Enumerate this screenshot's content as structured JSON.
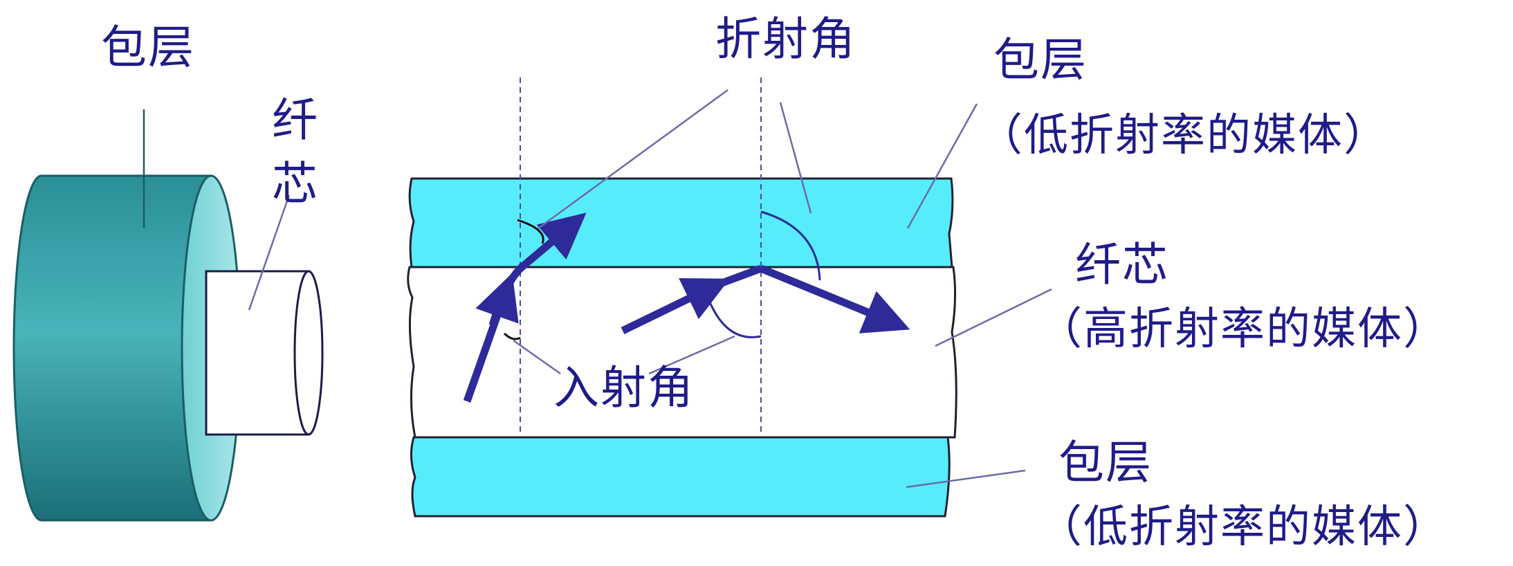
{
  "labels": {
    "left_cladding": "包层",
    "left_core": "纤芯",
    "refraction_angle": "折射角",
    "incidence_angle": "入射角",
    "top_cladding": "包层",
    "top_cladding_note": "（低折射率的媒体）",
    "core": "纤芯",
    "core_note": "（高折射率的媒体）",
    "bottom_cladding": "包层",
    "bottom_cladding_note": "（低折射率的媒体）"
  },
  "colors": {
    "label_text": "#1f1c8a",
    "cladding_fill": "#56ecfb",
    "core_fill": "#ffffff",
    "arrow": "#2f2a9a",
    "cylinder_dark": "#1f7f86",
    "cylinder_light": "#5fc4c8",
    "leader_line": "#6b6ba8",
    "normal_line": "#4a4aa8"
  }
}
